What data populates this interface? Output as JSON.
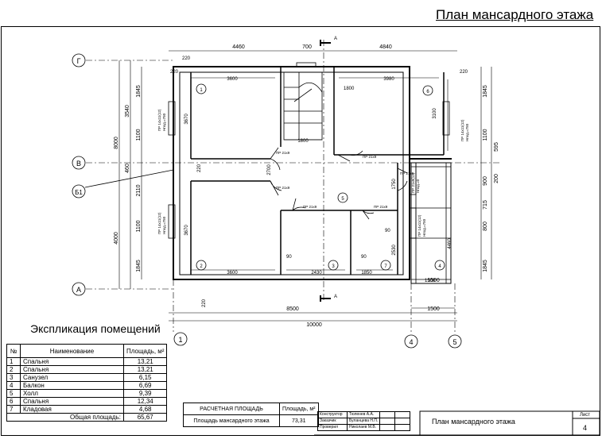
{
  "title": "План мансардного этажа",
  "dims": {
    "top": [
      "4460",
      "700",
      "4840"
    ],
    "bottom": [
      "8500",
      "1500",
      "10000"
    ],
    "bottom_right": "1500",
    "left": [
      "1845",
      "3540",
      "1100",
      "8000",
      "460",
      "2110",
      "4000",
      "1100",
      "1845"
    ],
    "right": [
      "1845",
      "1100",
      "595",
      "200",
      "900",
      "715",
      "800",
      "1845"
    ],
    "inner": [
      "220",
      "220",
      "220",
      "3600",
      "3980",
      "1800",
      "1800",
      "3670",
      "3100",
      "220",
      "2700",
      "3670",
      "3600",
      "2430",
      "1850",
      "90",
      "90",
      "1750",
      "2530",
      "4460",
      "1500",
      "90",
      "220"
    ]
  },
  "axes": [
    "Г",
    "В",
    "Б1",
    "А",
    "1",
    "4",
    "5"
  ],
  "section_mark": "А",
  "rooms": [
    "1",
    "6",
    "5",
    "2",
    "3",
    "7",
    "4"
  ],
  "doors": [
    "ПР 21х9",
    "ПР 21х9",
    "ПР 21х9",
    "ПР 21х9",
    "ПР 21х9",
    "ПР 21х9"
  ],
  "windows": [
    "ПР 14х11(12)",
    "Нпод.=750",
    "ПР 14х11(12)",
    "Нпод.=750",
    "ПР 14х11(12)",
    "Нпод.=750",
    "ПР 14х11(12)",
    "Нпод.=750",
    "ПР 21х9(12)",
    "Нпод.=0",
    "ПР 14х8(12)",
    "Нпод.=750"
  ],
  "explication": {
    "title": "Экспликация помещений",
    "headers": [
      "№",
      "Наименование",
      "Площадь, м²"
    ],
    "rows": [
      {
        "num": "1",
        "name": "Спальня",
        "area": "13,21"
      },
      {
        "num": "2",
        "name": "Спальня",
        "area": "13,21"
      },
      {
        "num": "3",
        "name": "Санузел",
        "area": "6,15"
      },
      {
        "num": "4",
        "name": "Балкон",
        "area": "6,69"
      },
      {
        "num": "5",
        "name": "Холл",
        "area": "9,39"
      },
      {
        "num": "6",
        "name": "Спальня",
        "area": "12,34"
      },
      {
        "num": "7",
        "name": "Кладовая",
        "area": "4,68"
      }
    ],
    "total_label": "Общая площадь:",
    "total": "65,67"
  },
  "area_table": {
    "h1": "РАСЧЕТНАЯ ПЛОЩАДЬ",
    "h2": "Площадь, м²",
    "r1": "Площадь мансардного этажа",
    "r2": "73,31"
  },
  "stamp": {
    "rows": [
      {
        "role": "Конструктор",
        "name": "Тюленев А.А."
      },
      {
        "role": "Заказчик",
        "name": "Буланцева Н.П."
      },
      {
        "role": "Проверил",
        "name": "Николаев М.В."
      }
    ],
    "title": "План мансардного этажа",
    "sheet_label": "Лист",
    "sheet_num": "4"
  }
}
